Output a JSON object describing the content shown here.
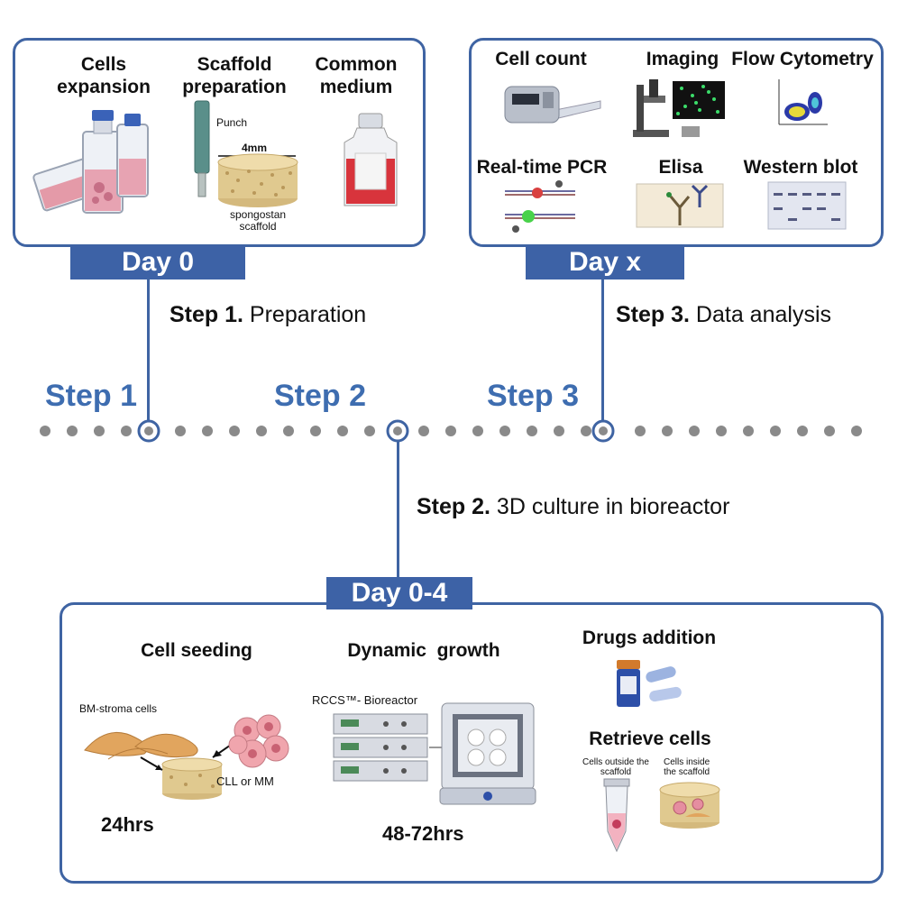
{
  "day0": {
    "tab": "Day 0",
    "cells_expansion": "Cells\nexpansion",
    "scaffold_preparation": "Scaffold\npreparation",
    "common_medium": "Common\nmedium",
    "punch": "Punch",
    "size": "4mm",
    "scaffold": "spongostan\nscaffold"
  },
  "dayx": {
    "tab": "Day x",
    "cell_count": "Cell count",
    "imaging": "Imaging",
    "flow_cytometry": "Flow Cytometry",
    "realtime_pcr": "Real-time PCR",
    "elisa": "Elisa",
    "western_blot": "Western blot"
  },
  "steps": {
    "s1_bold": "Step 1.",
    "s1_text": " Preparation",
    "s2_bold": "Step 2.",
    "s2_text": " 3D culture in bioreactor",
    "s3_bold": "Step 3.",
    "s3_text": " Data analysis",
    "label1": "Step 1",
    "label2": "Step 2",
    "label3": "Step 3"
  },
  "day04": {
    "tab": "Day 0-4",
    "cell_seeding": "Cell seeding",
    "dynamic_growth": "Dynamic  growth",
    "drugs_addition": "Drugs addition",
    "retrieve_cells": "Retrieve cells",
    "bm_stroma": "BM-stroma cells",
    "cll_mm": "CLL or MM",
    "rccs": "RCCS™- Bioreactor",
    "outside": "Cells outside the\nscaffold",
    "inside": "Cells inside\nthe scaffold",
    "time1": "24hrs",
    "time2": "48-72hrs"
  },
  "colors": {
    "accent": "#3f64a3",
    "dots": "#8a8a8a"
  }
}
